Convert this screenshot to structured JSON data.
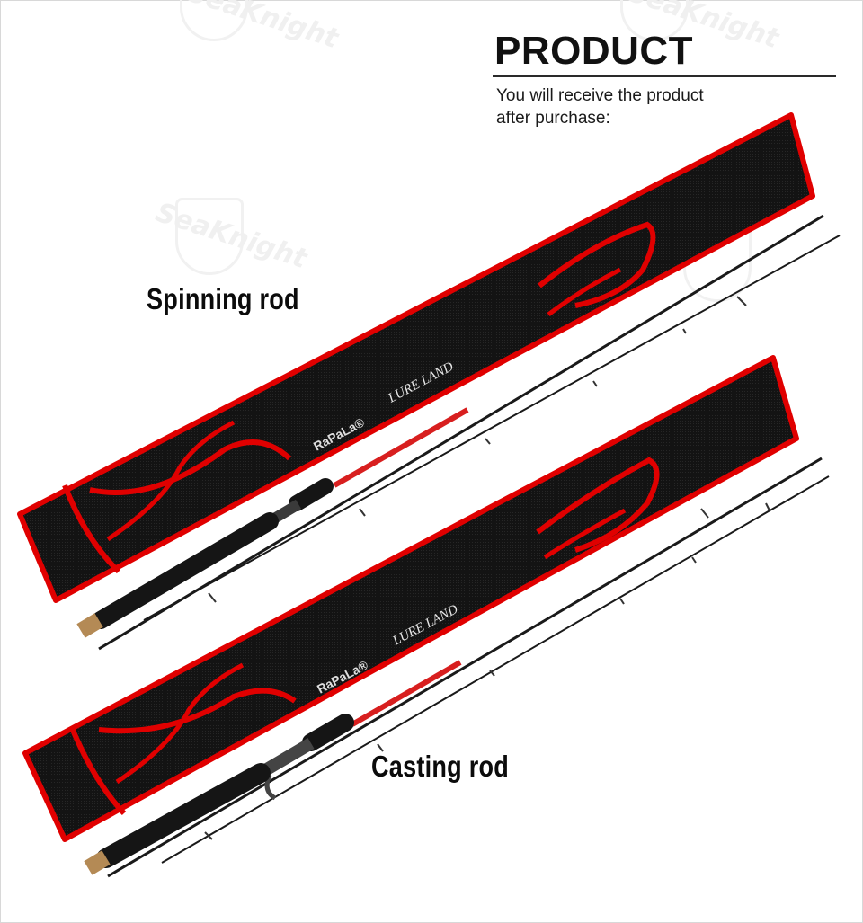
{
  "header": {
    "title": "PRODUCT",
    "subtitle_line1": "You will receive the product",
    "subtitle_line2": "after purchase:"
  },
  "watermark": {
    "text": "SeaKnight"
  },
  "labels": {
    "spinning": "Spinning rod",
    "casting": "Casting rod"
  },
  "bag_print": {
    "brand": "RaPaLa®",
    "model": "LURE LAND"
  },
  "colors": {
    "bag_black": "#111111",
    "bag_trim_red": "#e00000",
    "rod_blank": "#1a1a1a",
    "rod_accent_red": "#d81f1f",
    "grip_black": "#151515",
    "cork": "#b48a55"
  },
  "icons": {
    "watermark_shield": "shield-icon"
  }
}
